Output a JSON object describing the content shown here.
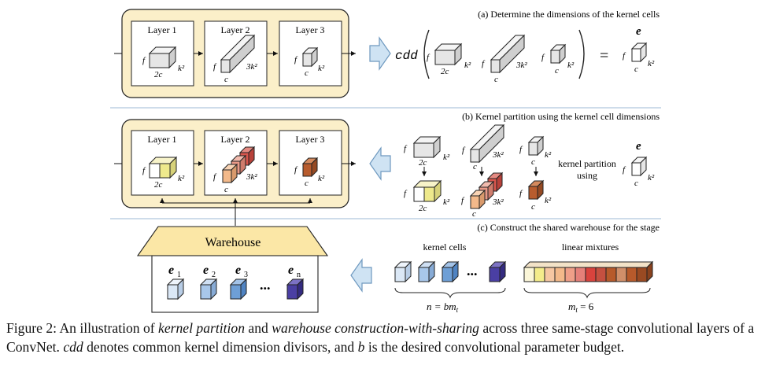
{
  "panels": {
    "a_title": "(a) Determine the dimensions of the kernel cells",
    "b_title": "(b) Kernel partition using the kernel cell dimensions",
    "c_title": "(c) Construct the shared warehouse for the stage"
  },
  "layers": [
    "Layer 1",
    "Layer 2",
    "Layer 3"
  ],
  "dims": {
    "f": "f",
    "k2": "k²",
    "c2": "2c",
    "c": "c",
    "k3": "3k²"
  },
  "cdd": "cdd",
  "equals": "=",
  "e_label": "e",
  "kernel_partition_using": [
    "kernel partition",
    "using"
  ],
  "warehouse": {
    "title": "Warehouse",
    "cells": [
      {
        "label": "e",
        "sub": "1"
      },
      {
        "label": "e",
        "sub": "2"
      },
      {
        "label": "e",
        "sub": "3"
      },
      {
        "label": "e",
        "sub": "n"
      }
    ],
    "ellipsis": "..."
  },
  "kernel_cells_label": "kernel cells",
  "linear_mixtures_label": "linear mixtures",
  "n_formula": "n = bm",
  "n_formula_sub": "t",
  "mt_formula": "m",
  "mt_formula_sub": "t",
  "mt_value": " = 6",
  "ellipsis": "...",
  "colors": {
    "cream": "#fbefc9",
    "cream_border": "#222222",
    "warehouse_roof": "#fbe7a6",
    "arrow_fill": "#cfe3f3",
    "arrow_stroke": "#6d98bf",
    "separator": "#9cb8d6",
    "cube_gray": "#e6e6e6",
    "cube_white": "#ffffff",
    "blues": [
      "#dbe8f6",
      "#a8c7ea",
      "#6e9fd6",
      "#4a3fa3"
    ],
    "mixtures": [
      "#fbf6d8",
      "#f4ec8b",
      "#f6c7a2",
      "#ef9f88",
      "#e58079",
      "#d9433d",
      "#b75a2b"
    ],
    "layer2_cells": [
      "#f3b98a",
      "#ea9a88",
      "#d8564d"
    ],
    "layer1_cell": "#eee98c",
    "layer3_cell": "#b85c2e"
  },
  "caption": {
    "p1": "Figure 2: An illustration of ",
    "i1": "kernel partition",
    "p2": " and ",
    "i2": "warehouse construction-with-sharing",
    "p3": " across three same-stage convolutional layers of a ConvNet. ",
    "i3": "cdd",
    "p4": " denotes common kernel dimension divisors, and ",
    "i4": "b",
    "p5": " is the desired convolutional parameter budget."
  }
}
